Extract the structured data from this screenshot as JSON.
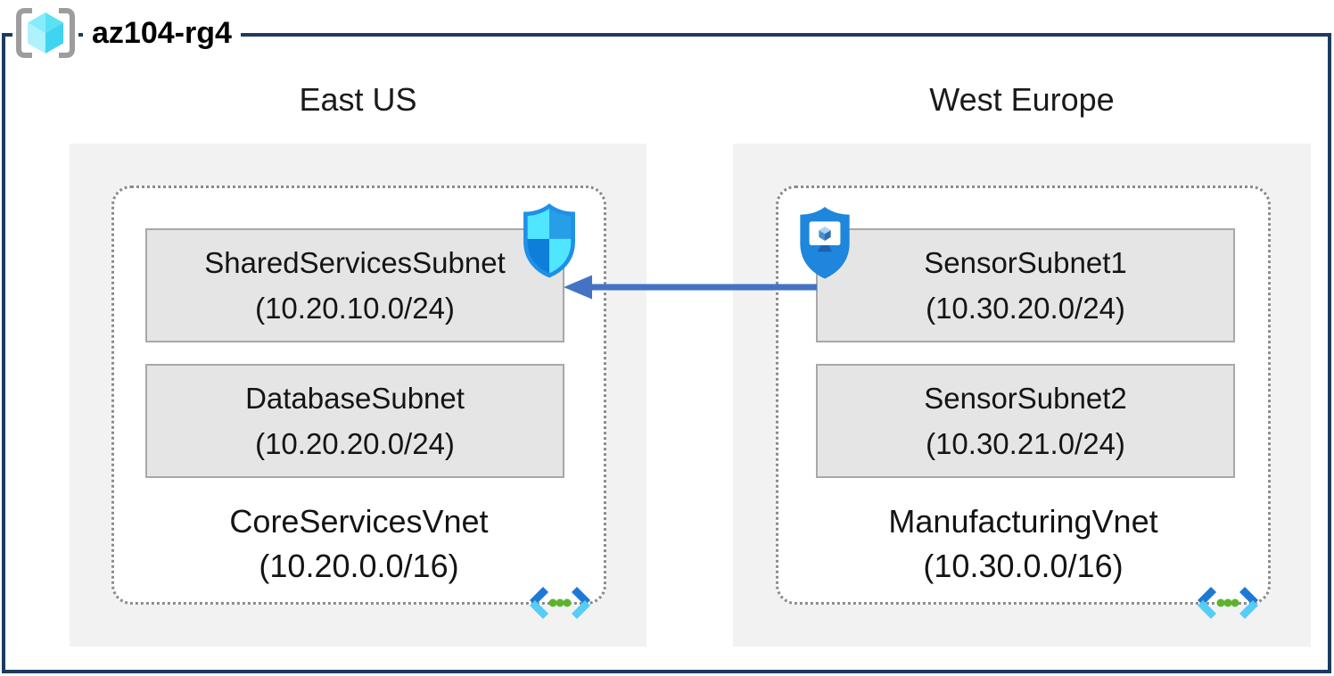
{
  "resource_group": {
    "name": "az104-rg4",
    "icon": "resource-group-icon"
  },
  "regions": [
    {
      "name": "East US",
      "vnet": {
        "name": "CoreServicesVnet",
        "cidr": "(10.20.0.0/16)",
        "icon": "virtual-network-icon",
        "subnets": [
          {
            "name": "SharedServicesSubnet",
            "cidr": "(10.20.10.0/24)",
            "badge": "network-security-group-shield-icon"
          },
          {
            "name": "DatabaseSubnet",
            "cidr": "(10.20.20.0/24)",
            "badge": null
          }
        ]
      }
    },
    {
      "name": "West Europe",
      "vnet": {
        "name": "ManufacturingVnet",
        "cidr": "(10.30.0.0/16)",
        "icon": "virtual-network-icon",
        "subnets": [
          {
            "name": "SensorSubnet1",
            "cidr": "(10.30.20.0/24)",
            "badge": "application-security-group-shield-icon"
          },
          {
            "name": "SensorSubnet2",
            "cidr": "(10.30.21.0/24)",
            "badge": null
          }
        ]
      }
    }
  ],
  "connection": {
    "from": "SensorSubnet1",
    "to": "SharedServicesSubnet",
    "direction": "right-to-left",
    "color": "#4472c4"
  },
  "colors": {
    "boundary_navy": "#1c3b5f",
    "region_gray": "#f2f2f2",
    "subnet_gray": "#e5e5e5",
    "subnet_border": "#a8a8a8",
    "dotted_border": "#8b8b8b",
    "arrow_blue": "#4472c4",
    "cyan_accent": "#50e6ff",
    "azure_blue": "#1e86dc",
    "green_dot": "#5cb32e"
  }
}
